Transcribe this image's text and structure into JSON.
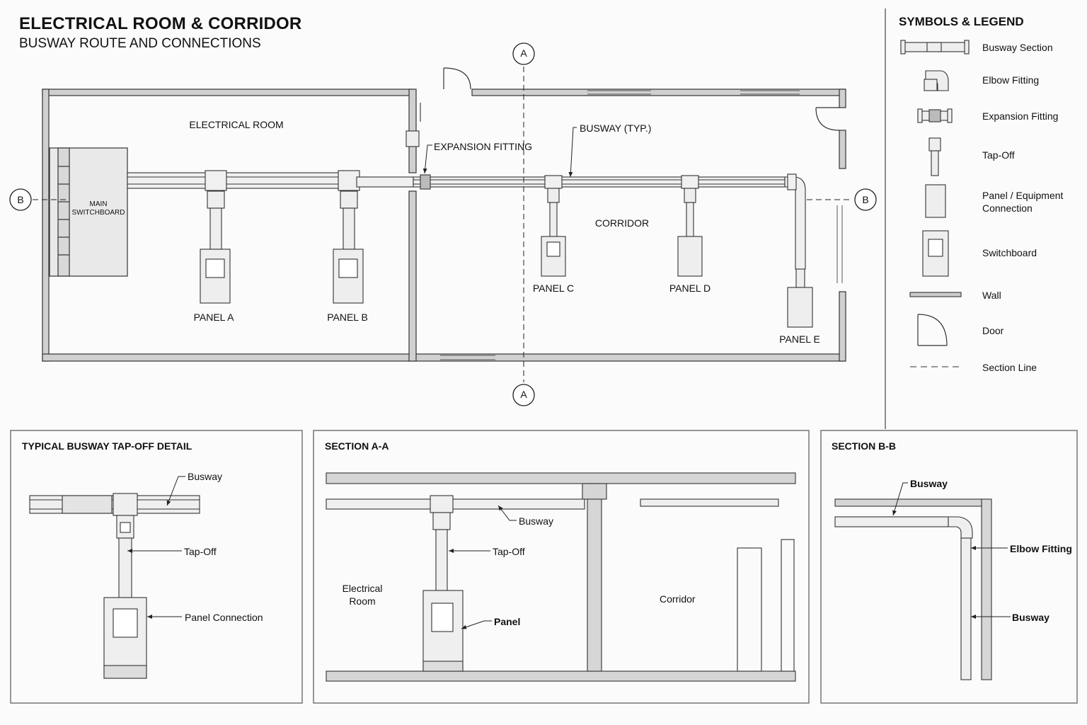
{
  "header": {
    "title": "ELECTRICAL ROOM & CORRIDOR",
    "subtitle": "BUSWAY ROUTE AND CONNECTIONS"
  },
  "plan": {
    "electrical_room_label": "ELECTRICAL ROOM",
    "corridor_label": "CORRIDOR",
    "switchboard_label": "MAIN SWITCHBOARD",
    "expansion_callout": "EXPANSION FITTING",
    "busway_callout": "BUSWAY (TYP.)",
    "panels": [
      "PANEL A",
      "PANEL B",
      "PANEL C",
      "PANEL D",
      "PANEL E"
    ],
    "section_marks": {
      "a": "A",
      "b": "B"
    }
  },
  "legend": {
    "title": "SYMBOLS & LEGEND",
    "items": [
      {
        "label": "Busway Section",
        "icon": "busway-section-icon"
      },
      {
        "label": "Elbow Fitting",
        "icon": "elbow-fitting-icon"
      },
      {
        "label": "Expansion Fitting",
        "icon": "expansion-fitting-icon"
      },
      {
        "label": "Tap-Off",
        "icon": "tap-off-icon"
      },
      {
        "label": "Panel / Equipment Connection",
        "icon": "panel-icon"
      },
      {
        "label": "Switchboard",
        "icon": "switchboard-icon"
      },
      {
        "label": "Wall",
        "icon": "wall-icon"
      },
      {
        "label": "Door",
        "icon": "door-icon"
      },
      {
        "label": "Section Line",
        "icon": "section-line-icon"
      }
    ]
  },
  "details": {
    "tapoff": {
      "title": "TYPICAL BUSWAY TAP-OFF DETAIL",
      "busway": "Busway",
      "tapoff": "Tap-Off",
      "panel_connection": "Panel Connection"
    },
    "section_a": {
      "title": "SECTION A-A",
      "busway": "Busway",
      "tapoff": "Tap-Off",
      "room_left": "Electrical Room",
      "room_right": "Corridor",
      "panel": "Panel"
    },
    "section_b": {
      "title": "SECTION B-B",
      "busway_top": "Busway",
      "elbow": "Elbow Fitting",
      "busway_side": "Busway"
    }
  },
  "colors": {
    "line": "#222222",
    "wall_fill": "#d0d0d0",
    "background": "#fbfbfb"
  }
}
